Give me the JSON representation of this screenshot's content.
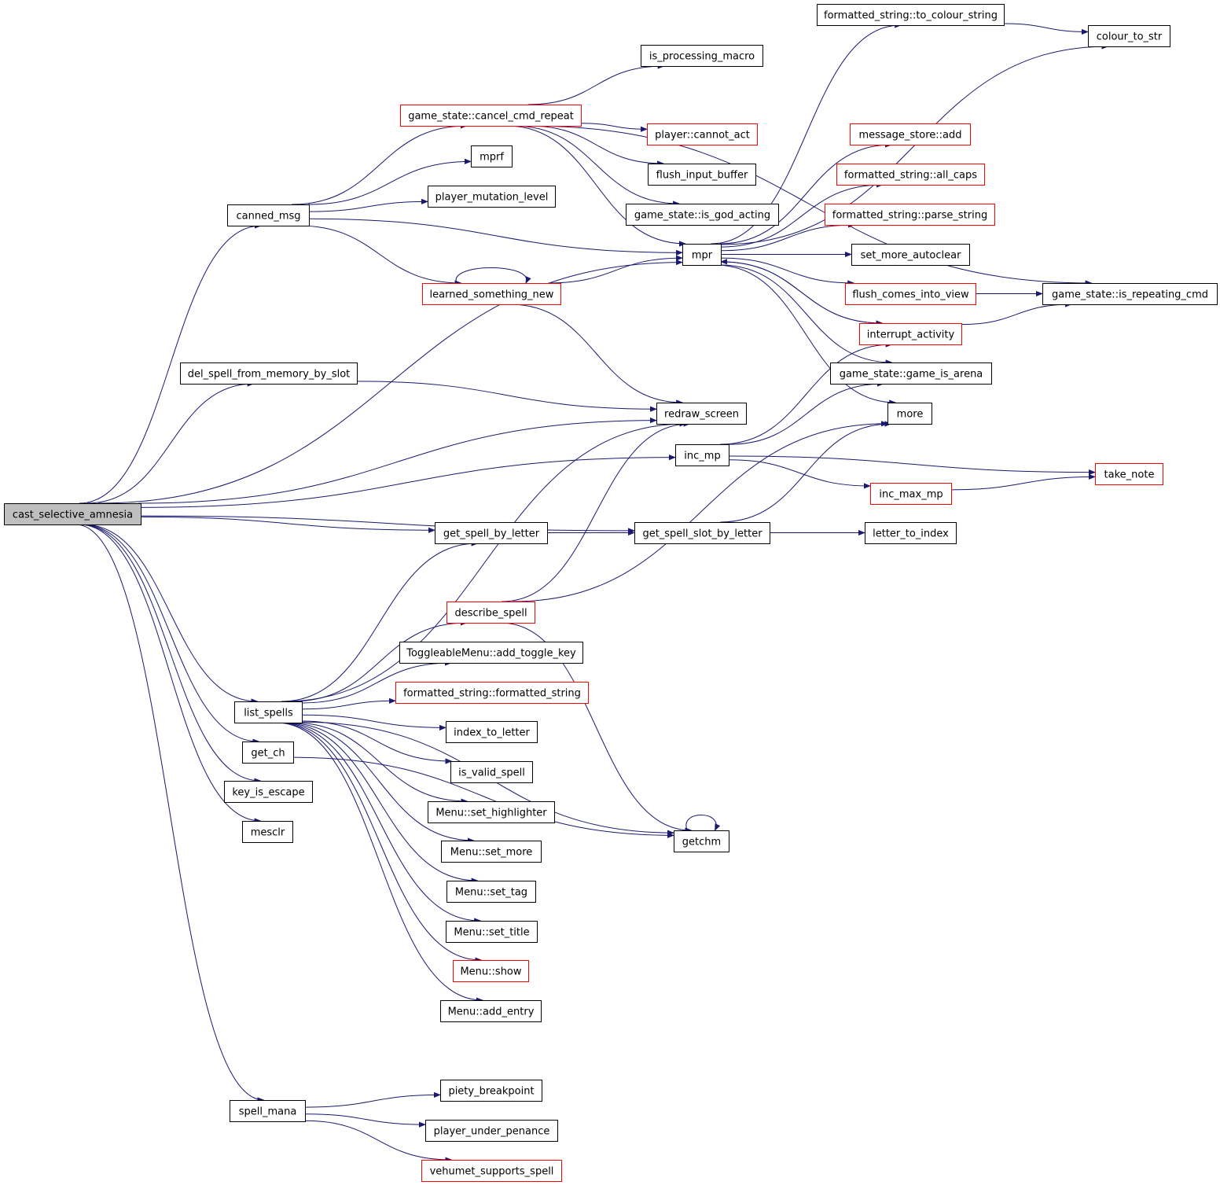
{
  "colors": {
    "edge": "#191970",
    "box_normal": "#000000",
    "box_truncated": "#ff0000",
    "root_fill": "#bfbfbf",
    "text": "#000000"
  },
  "nodes": [
    {
      "id": "cast_selective_amnesia",
      "label": "cast_selective_amnesia",
      "style": "root"
    },
    {
      "id": "canned_msg",
      "label": "canned_msg",
      "style": "normal"
    },
    {
      "id": "game_state_cancel_cmd_repeat",
      "label": "game_state::cancel_cmd_repeat",
      "style": "truncated"
    },
    {
      "id": "is_processing_macro",
      "label": "is_processing_macro",
      "style": "normal"
    },
    {
      "id": "formatted_string_to_colour_string",
      "label": "formatted_string::to_colour_string",
      "style": "normal"
    },
    {
      "id": "colour_to_str",
      "label": "colour_to_str",
      "style": "normal"
    },
    {
      "id": "player_cannot_act",
      "label": "player::cannot_act",
      "style": "truncated"
    },
    {
      "id": "message_store_add",
      "label": "message_store::add",
      "style": "truncated"
    },
    {
      "id": "mprf",
      "label": "mprf",
      "style": "normal"
    },
    {
      "id": "flush_input_buffer",
      "label": "flush_input_buffer",
      "style": "normal"
    },
    {
      "id": "formatted_string_all_caps",
      "label": "formatted_string::all_caps",
      "style": "truncated"
    },
    {
      "id": "player_mutation_level",
      "label": "player_mutation_level",
      "style": "normal"
    },
    {
      "id": "game_state_is_god_acting",
      "label": "game_state::is_god_acting",
      "style": "normal"
    },
    {
      "id": "formatted_string_parse_string",
      "label": "formatted_string::parse_string",
      "style": "truncated"
    },
    {
      "id": "mpr",
      "label": "mpr",
      "style": "normal"
    },
    {
      "id": "set_more_autoclear",
      "label": "set_more_autoclear",
      "style": "normal"
    },
    {
      "id": "learned_something_new",
      "label": "learned_something_new",
      "style": "truncated"
    },
    {
      "id": "flush_comes_into_view",
      "label": "flush_comes_into_view",
      "style": "truncated"
    },
    {
      "id": "game_state_is_repeating_cmd",
      "label": "game_state::is_repeating_cmd",
      "style": "normal"
    },
    {
      "id": "interrupt_activity",
      "label": "interrupt_activity",
      "style": "truncated"
    },
    {
      "id": "del_spell_from_memory_by_slot",
      "label": "del_spell_from_memory_by_slot",
      "style": "normal"
    },
    {
      "id": "game_state_game_is_arena",
      "label": "game_state::game_is_arena",
      "style": "normal"
    },
    {
      "id": "redraw_screen",
      "label": "redraw_screen",
      "style": "normal"
    },
    {
      "id": "more",
      "label": "more",
      "style": "normal"
    },
    {
      "id": "inc_mp",
      "label": "inc_mp",
      "style": "normal"
    },
    {
      "id": "take_note",
      "label": "take_note",
      "style": "truncated"
    },
    {
      "id": "inc_max_mp",
      "label": "inc_max_mp",
      "style": "truncated"
    },
    {
      "id": "get_spell_by_letter",
      "label": "get_spell_by_letter",
      "style": "normal"
    },
    {
      "id": "get_spell_slot_by_letter",
      "label": "get_spell_slot_by_letter",
      "style": "normal"
    },
    {
      "id": "letter_to_index",
      "label": "letter_to_index",
      "style": "normal"
    },
    {
      "id": "describe_spell",
      "label": "describe_spell",
      "style": "truncated"
    },
    {
      "id": "ToggleableMenu_add_toggle_key",
      "label": "ToggleableMenu::add_toggle_key",
      "style": "normal"
    },
    {
      "id": "formatted_string_formatted_string",
      "label": "formatted_string::formatted_string",
      "style": "truncated"
    },
    {
      "id": "list_spells",
      "label": "list_spells",
      "style": "normal"
    },
    {
      "id": "index_to_letter",
      "label": "index_to_letter",
      "style": "normal"
    },
    {
      "id": "get_ch",
      "label": "get_ch",
      "style": "normal"
    },
    {
      "id": "is_valid_spell",
      "label": "is_valid_spell",
      "style": "normal"
    },
    {
      "id": "key_is_escape",
      "label": "key_is_escape",
      "style": "normal"
    },
    {
      "id": "Menu_set_highlighter",
      "label": "Menu::set_highlighter",
      "style": "normal"
    },
    {
      "id": "mesclr",
      "label": "mesclr",
      "style": "normal"
    },
    {
      "id": "getchm",
      "label": "getchm",
      "style": "normal"
    },
    {
      "id": "Menu_set_more",
      "label": "Menu::set_more",
      "style": "normal"
    },
    {
      "id": "Menu_set_tag",
      "label": "Menu::set_tag",
      "style": "normal"
    },
    {
      "id": "Menu_set_title",
      "label": "Menu::set_title",
      "style": "normal"
    },
    {
      "id": "Menu_show",
      "label": "Menu::show",
      "style": "truncated"
    },
    {
      "id": "Menu_add_entry",
      "label": "Menu::add_entry",
      "style": "normal"
    },
    {
      "id": "piety_breakpoint",
      "label": "piety_breakpoint",
      "style": "normal"
    },
    {
      "id": "spell_mana",
      "label": "spell_mana",
      "style": "normal"
    },
    {
      "id": "player_under_penance",
      "label": "player_under_penance",
      "style": "normal"
    },
    {
      "id": "vehumet_supports_spell",
      "label": "vehumet_supports_spell",
      "style": "truncated"
    }
  ],
  "edges": [
    [
      "cast_selective_amnesia",
      "canned_msg"
    ],
    [
      "cast_selective_amnesia",
      "mpr"
    ],
    [
      "cast_selective_amnesia",
      "del_spell_from_memory_by_slot"
    ],
    [
      "cast_selective_amnesia",
      "redraw_screen"
    ],
    [
      "cast_selective_amnesia",
      "inc_mp"
    ],
    [
      "cast_selective_amnesia",
      "get_spell_slot_by_letter"
    ],
    [
      "cast_selective_amnesia",
      "get_spell_by_letter"
    ],
    [
      "cast_selective_amnesia",
      "list_spells"
    ],
    [
      "cast_selective_amnesia",
      "get_ch"
    ],
    [
      "cast_selective_amnesia",
      "key_is_escape"
    ],
    [
      "cast_selective_amnesia",
      "mesclr"
    ],
    [
      "cast_selective_amnesia",
      "spell_mana"
    ],
    [
      "canned_msg",
      "game_state_cancel_cmd_repeat"
    ],
    [
      "canned_msg",
      "mprf"
    ],
    [
      "canned_msg",
      "player_mutation_level"
    ],
    [
      "canned_msg",
      "mpr"
    ],
    [
      "canned_msg",
      "learned_something_new"
    ],
    [
      "game_state_cancel_cmd_repeat",
      "is_processing_macro"
    ],
    [
      "game_state_cancel_cmd_repeat",
      "game_state_is_repeating_cmd"
    ],
    [
      "game_state_cancel_cmd_repeat",
      "player_cannot_act"
    ],
    [
      "game_state_cancel_cmd_repeat",
      "flush_input_buffer"
    ],
    [
      "game_state_cancel_cmd_repeat",
      "game_state_is_god_acting"
    ],
    [
      "game_state_cancel_cmd_repeat",
      "mpr"
    ],
    [
      "formatted_string_to_colour_string",
      "colour_to_str"
    ],
    [
      "mpr",
      "formatted_string_to_colour_string"
    ],
    [
      "mpr",
      "colour_to_str"
    ],
    [
      "mpr",
      "message_store_add"
    ],
    [
      "mpr",
      "formatted_string_all_caps"
    ],
    [
      "mpr",
      "formatted_string_parse_string"
    ],
    [
      "mpr",
      "set_more_autoclear"
    ],
    [
      "mpr",
      "flush_comes_into_view"
    ],
    [
      "mpr",
      "interrupt_activity"
    ],
    [
      "mpr",
      "game_state_game_is_arena"
    ],
    [
      "mpr",
      "more"
    ],
    [
      "learned_something_new",
      "learned_something_new"
    ],
    [
      "learned_something_new",
      "mpr"
    ],
    [
      "learned_something_new",
      "redraw_screen"
    ],
    [
      "flush_comes_into_view",
      "game_state_is_repeating_cmd"
    ],
    [
      "interrupt_activity",
      "game_state_is_repeating_cmd"
    ],
    [
      "interrupt_activity",
      "mpr"
    ],
    [
      "del_spell_from_memory_by_slot",
      "redraw_screen"
    ],
    [
      "inc_mp",
      "interrupt_activity"
    ],
    [
      "inc_mp",
      "game_state_game_is_arena"
    ],
    [
      "inc_mp",
      "take_note"
    ],
    [
      "inc_mp",
      "inc_max_mp"
    ],
    [
      "inc_max_mp",
      "take_note"
    ],
    [
      "get_spell_by_letter",
      "get_spell_slot_by_letter"
    ],
    [
      "get_spell_slot_by_letter",
      "letter_to_index"
    ],
    [
      "get_spell_slot_by_letter",
      "more"
    ],
    [
      "describe_spell",
      "redraw_screen"
    ],
    [
      "describe_spell",
      "more"
    ],
    [
      "describe_spell",
      "getchm"
    ],
    [
      "list_spells",
      "redraw_screen"
    ],
    [
      "list_spells",
      "get_spell_by_letter"
    ],
    [
      "list_spells",
      "describe_spell"
    ],
    [
      "list_spells",
      "ToggleableMenu_add_toggle_key"
    ],
    [
      "list_spells",
      "formatted_string_formatted_string"
    ],
    [
      "list_spells",
      "index_to_letter"
    ],
    [
      "list_spells",
      "is_valid_spell"
    ],
    [
      "list_spells",
      "Menu_set_highlighter"
    ],
    [
      "list_spells",
      "Menu_set_more"
    ],
    [
      "list_spells",
      "Menu_set_tag"
    ],
    [
      "list_spells",
      "Menu_set_title"
    ],
    [
      "list_spells",
      "Menu_show"
    ],
    [
      "list_spells",
      "Menu_add_entry"
    ],
    [
      "list_spells",
      "getchm"
    ],
    [
      "get_ch",
      "getchm"
    ],
    [
      "getchm",
      "getchm"
    ],
    [
      "spell_mana",
      "piety_breakpoint"
    ],
    [
      "spell_mana",
      "player_under_penance"
    ],
    [
      "spell_mana",
      "vehumet_supports_spell"
    ]
  ]
}
